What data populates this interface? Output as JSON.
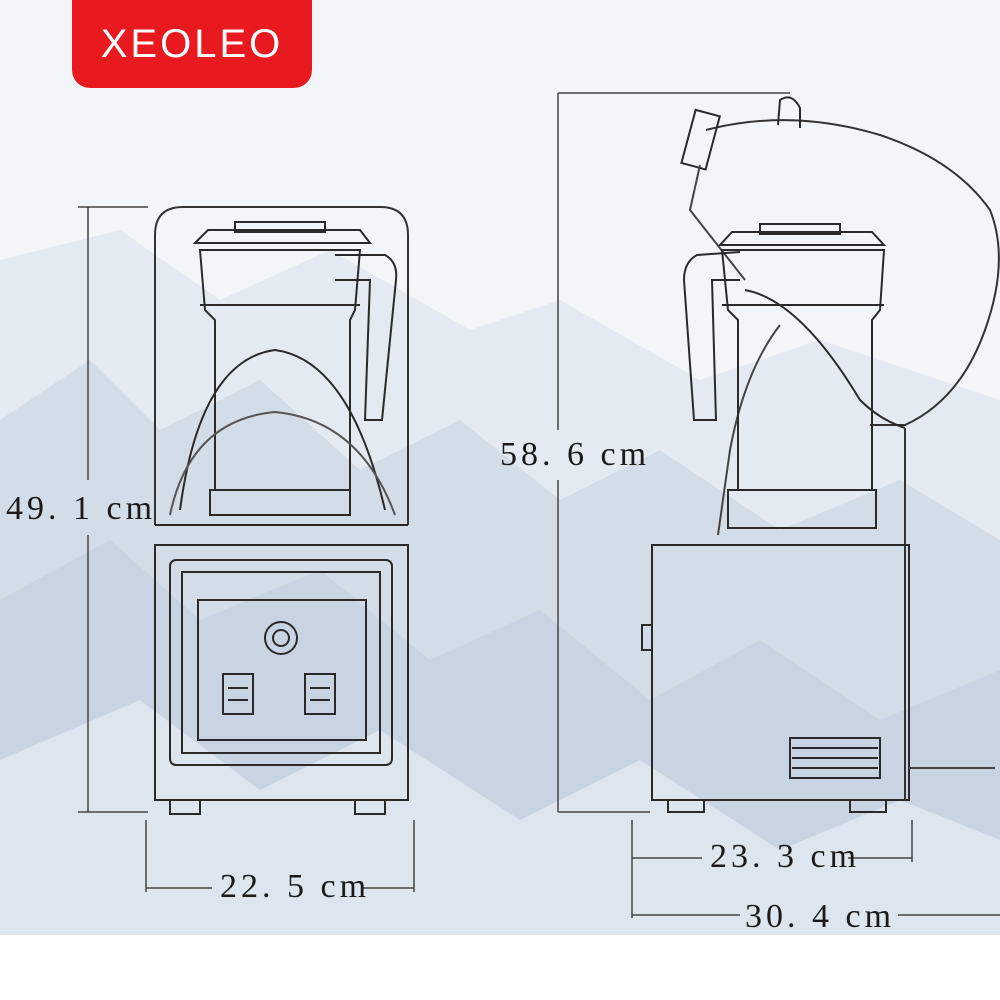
{
  "brand": {
    "logo_text": "XEOLEO",
    "logo_color": "#e8191f"
  },
  "dimensions": {
    "front_height": "49. 1 cm",
    "front_width": "22. 5 cm",
    "side_height": "58. 6 cm",
    "side_base_depth": "23. 3 cm",
    "side_total_depth": "30. 4 cm"
  },
  "colors": {
    "line": "#2a2a2a",
    "sky": "#e9eef4",
    "snow": "#d5dfe9"
  }
}
